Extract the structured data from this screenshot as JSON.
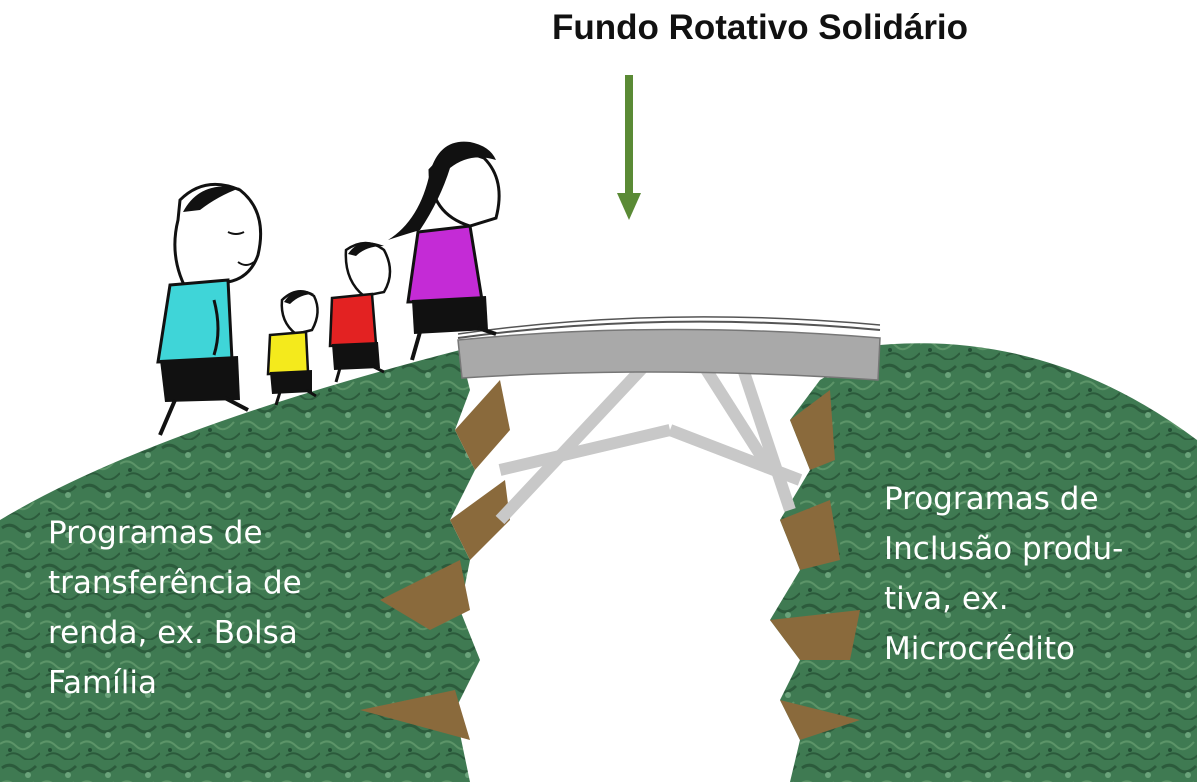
{
  "title": "Fundo Rotativo Solidário",
  "left_label": [
    "Programas de",
    "transferência de",
    "renda, ex. Bolsa",
    "Família"
  ],
  "right_label": [
    "Programas de",
    "Inclusão produ-",
    "tiva, ex.",
    "Microcrédito"
  ],
  "colors": {
    "arrow": "#5a8a35",
    "grass": "#3f7a52",
    "grass_dark": "#2e5f3f",
    "soil": "#8a6a3c",
    "bridge": "#a9a9a9",
    "shirt_1": "#3fd5d8",
    "shirt_2": "#f4ea1c",
    "shirt_3": "#e32222",
    "shirt_4": "#c42bd6"
  }
}
